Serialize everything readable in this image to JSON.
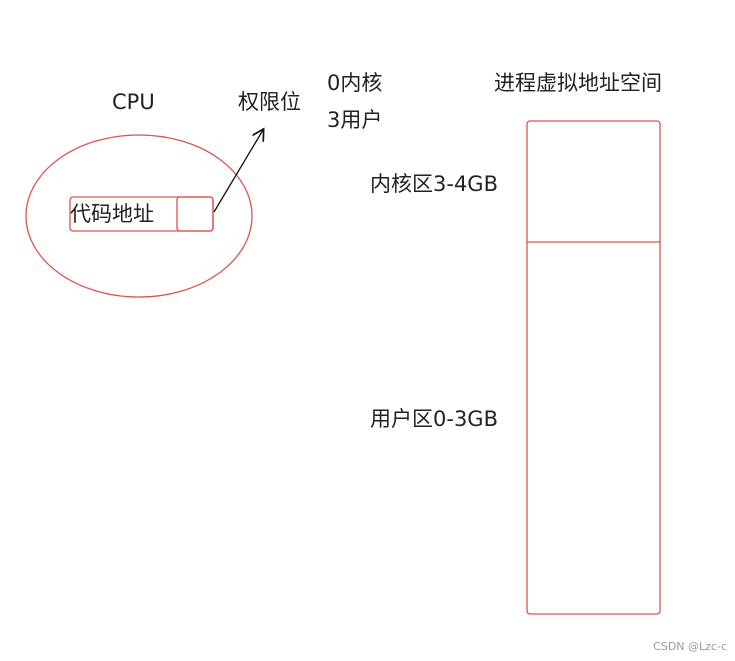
{
  "colors": {
    "stroke": "#d9534f",
    "text": "#222222",
    "arrow": "#111111"
  },
  "cpu": {
    "title": "CPU",
    "code_address_label": "代码地址"
  },
  "privilege": {
    "label": "权限位",
    "kernel_note": "0内核",
    "user_note": "3用户"
  },
  "address_space": {
    "title": "进程虚拟地址空间",
    "kernel_region": "内核区3-4GB",
    "user_region": "用户区0-3GB"
  },
  "watermark": "CSDN @Lzc-c"
}
